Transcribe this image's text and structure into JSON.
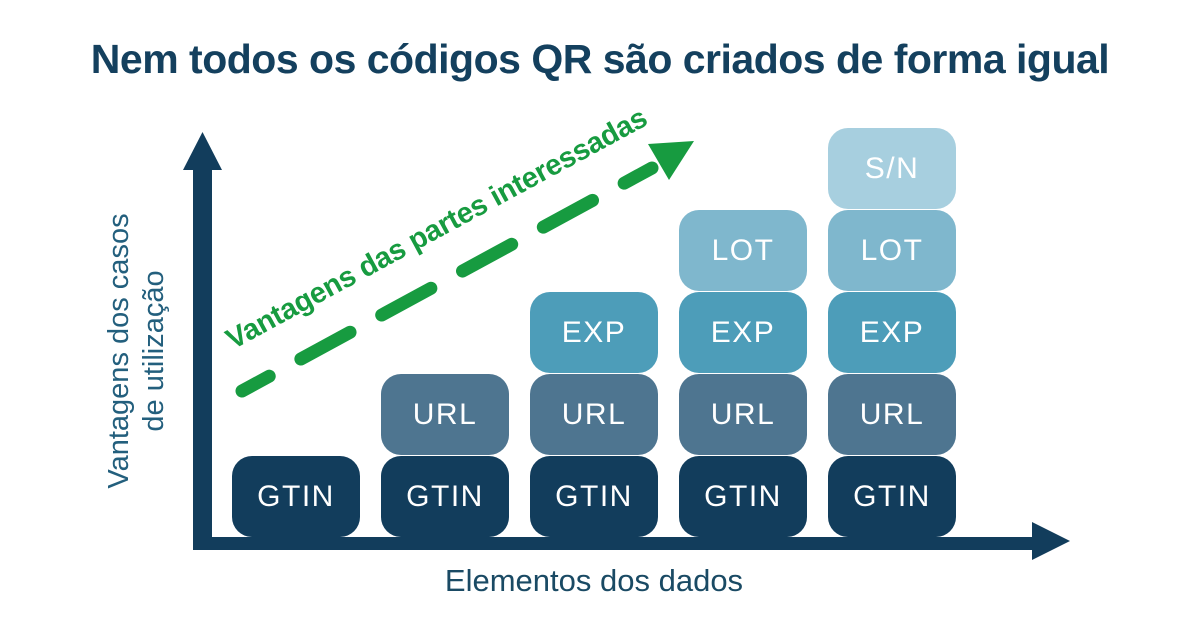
{
  "title": "Nem todos os códigos QR são criados de forma igual",
  "chart_data": {
    "type": "bar",
    "title": "Nem todos os códigos QR são criados de forma igual",
    "xlabel": "Elementos dos dados",
    "ylabel": "Vantagens dos casos de utilização",
    "ylabel_line1": "Vantagens dos casos",
    "ylabel_line2": "de utilização",
    "annotation": "Vantagens das partes interessadas",
    "annotation_color": "#179B40",
    "axis_color": "#123D5C",
    "legend": "none",
    "grid": false,
    "columns": [
      {
        "blocks": [
          "GTIN"
        ]
      },
      {
        "blocks": [
          "GTIN",
          "URL"
        ]
      },
      {
        "blocks": [
          "GTIN",
          "URL",
          "EXP"
        ]
      },
      {
        "blocks": [
          "GTIN",
          "URL",
          "EXP",
          "LOT"
        ]
      },
      {
        "blocks": [
          "GTIN",
          "URL",
          "EXP",
          "LOT",
          "S/N"
        ]
      }
    ],
    "block_colors": {
      "GTIN": "#123D5C",
      "URL": "#4E7590",
      "EXP": "#4D9DB9",
      "LOT": "#7FB7CD",
      "S/N": "#A7CFDF"
    }
  }
}
